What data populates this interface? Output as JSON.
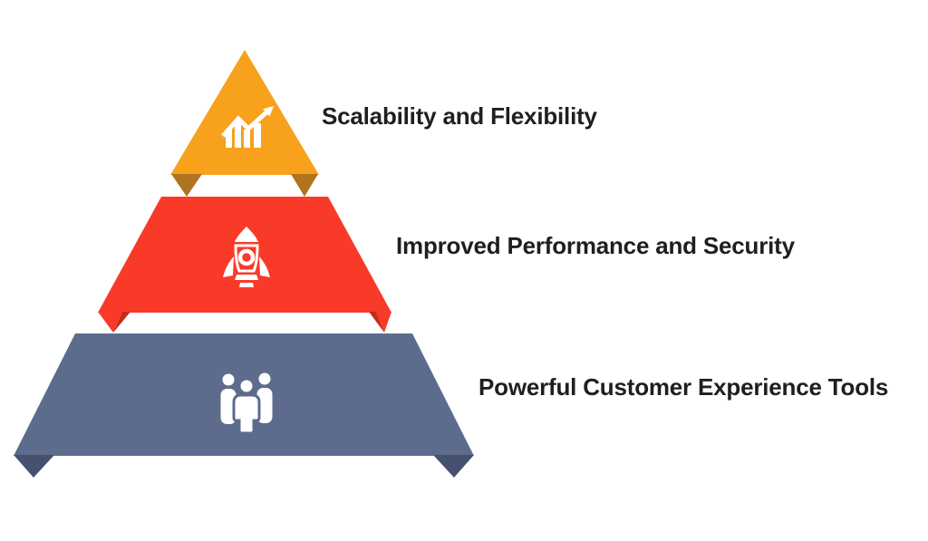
{
  "diagram": {
    "type": "pyramid",
    "levels_count": 3,
    "background_color": "#ffffff",
    "text_color": "#1f1f1f",
    "icon_color": "#ffffff",
    "layers": [
      {
        "rank": 1,
        "label": "Scalability and Flexibility",
        "icon": "growth-chart-icon",
        "color": "#f7a11c",
        "fold_color": "#b0731f"
      },
      {
        "rank": 2,
        "label": "Improved Performance and Security",
        "icon": "rocket-icon",
        "color": "#f93a28",
        "fold_color": "#c42d1a"
      },
      {
        "rank": 3,
        "label": "Powerful Customer Experience Tools",
        "icon": "people-group-icon",
        "color": "#5d6c8d",
        "fold_color": "#46516f"
      }
    ]
  }
}
